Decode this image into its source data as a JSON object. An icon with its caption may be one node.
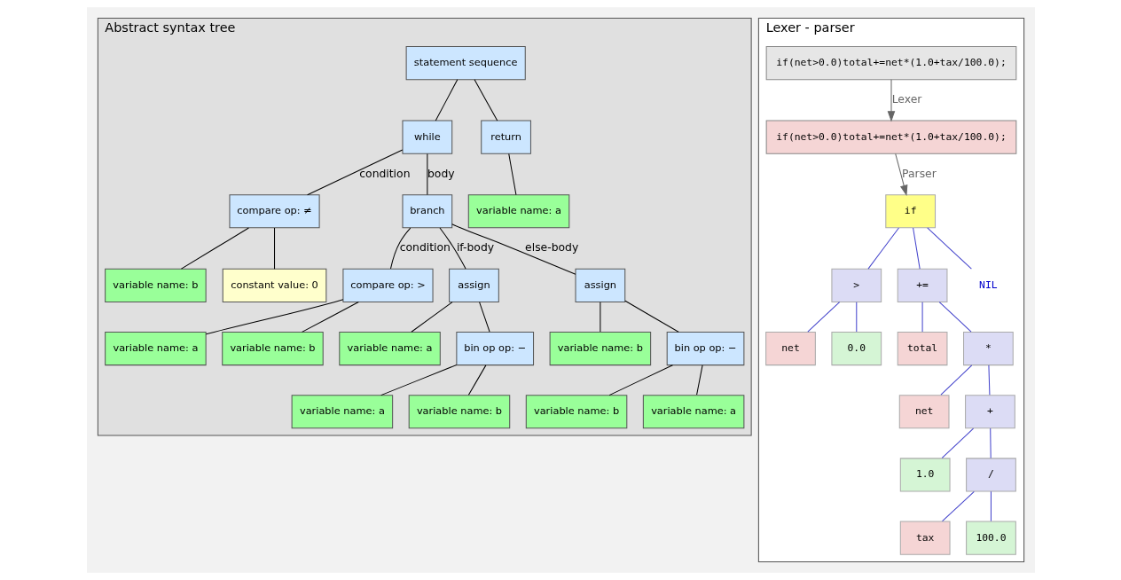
{
  "diagram": {
    "nodes": [
      {
        "text": [
          "Abstract syntax tree"
        ]
      },
      {
        "text": [
          "Lexer - parser"
        ]
      },
      {
        "text": [
          "statement sequence"
        ],
        "in": 0
      },
      {
        "text": [
          "while"
        ],
        "in": 0
      },
      {
        "text": [
          "return"
        ],
        "in": 0
      },
      {
        "text": [
          "compare op: ≠"
        ],
        "in": 0
      },
      {
        "text": [
          "variable name: a"
        ],
        "in": 0
      },
      {
        "text": [
          "variable name: b"
        ],
        "in": 0
      },
      {
        "text": [
          "constant value: 0"
        ],
        "in": 0
      },
      {
        "text": [
          "branch"
        ],
        "in": 0
      },
      {
        "text": [
          "compare op: >"
        ],
        "in": 0
      },
      {
        "text": [
          "assign"
        ],
        "in": 0
      },
      {
        "text": [
          "assign"
        ],
        "in": 0
      },
      {
        "text": [
          "variable name: a"
        ],
        "in": 0
      },
      {
        "text": [
          "variable name: b"
        ],
        "in": 0
      },
      {
        "text": [
          "variable name: a"
        ],
        "in": 0
      },
      {
        "text": [
          "bin op op: −"
        ],
        "in": 0
      },
      {
        "text": [
          "variable name: b"
        ],
        "in": 0
      },
      {
        "text": [
          "bin op op: −"
        ],
        "in": 0
      },
      {
        "text": [
          "variable name: a"
        ],
        "in": 0
      },
      {
        "text": [
          "variable name: b"
        ],
        "in": 0
      },
      {
        "text": [
          "variable name: b"
        ],
        "in": 0
      },
      {
        "text": [
          "variable name: a"
        ],
        "in": 0
      },
      {
        "text": [
          "if(net>0.0)total+=net*(1.0+tax/100.0);"
        ],
        "in": 1
      },
      {
        "text": [
          "if(net>0.0)total+=net*(1.0+tax/100.0);"
        ],
        "in": 1
      },
      {
        "text": [
          "if"
        ],
        "in": 1
      },
      {
        "text": [
          ">"
        ],
        "in": 1
      },
      {
        "text": [
          "+="
        ],
        "in": 1
      },
      {
        "text": [
          "NIL"
        ],
        "in": 1
      },
      {
        "text": [
          "net"
        ],
        "in": 1
      },
      {
        "text": [
          "0.0"
        ],
        "in": 1
      },
      {
        "text": [
          "total"
        ],
        "in": 1
      },
      {
        "text": [
          "*"
        ],
        "in": 1
      },
      {
        "text": [
          "net"
        ],
        "in": 1
      },
      {
        "text": [
          "+"
        ],
        "in": 1
      },
      {
        "text": [
          "1.0"
        ],
        "in": 1
      },
      {
        "text": [
          "/"
        ],
        "in": 1
      },
      {
        "text": [
          "tax"
        ],
        "in": 1
      },
      {
        "text": [
          "100.0"
        ],
        "in": 1
      }
    ],
    "edges": [
      {
        "from": 2,
        "to": 3,
        "arrow": "none"
      },
      {
        "from": 2,
        "to": 4,
        "arrow": "none"
      },
      {
        "from": 3,
        "to": 5,
        "arrow": "none",
        "label": "condition"
      },
      {
        "from": 3,
        "to": 9,
        "arrow": "none",
        "label": "body"
      },
      {
        "from": 4,
        "to": 6,
        "arrow": "none"
      },
      {
        "from": 5,
        "to": 7,
        "arrow": "none"
      },
      {
        "from": 5,
        "to": 8,
        "arrow": "none"
      },
      {
        "from": 9,
        "to": 10,
        "arrow": "none",
        "label": "condition"
      },
      {
        "from": 9,
        "to": 11,
        "arrow": "none",
        "label": "if-body"
      },
      {
        "from": 9,
        "to": 12,
        "arrow": "none",
        "label": "else-body"
      },
      {
        "from": 10,
        "to": 13,
        "arrow": "none"
      },
      {
        "from": 10,
        "to": 14,
        "arrow": "none"
      },
      {
        "from": 11,
        "to": 15,
        "arrow": "none"
      },
      {
        "from": 11,
        "to": 16,
        "arrow": "none"
      },
      {
        "from": 12,
        "to": 17,
        "arrow": "none"
      },
      {
        "from": 12,
        "to": 18,
        "arrow": "none"
      },
      {
        "from": 16,
        "to": 19,
        "arrow": "none"
      },
      {
        "from": 16,
        "to": 20,
        "arrow": "none"
      },
      {
        "from": 18,
        "to": 21,
        "arrow": "none"
      },
      {
        "from": 18,
        "to": 22,
        "arrow": "none"
      },
      {
        "from": 23,
        "to": 24,
        "arrow": "to",
        "label": "Lexer",
        "color": "#666666"
      },
      {
        "from": 24,
        "to": 25,
        "arrow": "to",
        "label": "Parser",
        "color": "#666666"
      },
      {
        "from": 25,
        "to": 26,
        "arrow": "none",
        "color": "#4444cc"
      },
      {
        "from": 25,
        "to": 27,
        "arrow": "none",
        "color": "#4444cc"
      },
      {
        "from": 25,
        "to": 28,
        "arrow": "none",
        "color": "#4444cc"
      },
      {
        "from": 26,
        "to": 29,
        "arrow": "none",
        "color": "#4444cc"
      },
      {
        "from": 26,
        "to": 30,
        "arrow": "none",
        "color": "#4444cc"
      },
      {
        "from": 27,
        "to": 31,
        "arrow": "none",
        "color": "#4444cc"
      },
      {
        "from": 27,
        "to": 32,
        "arrow": "none",
        "color": "#4444cc"
      },
      {
        "from": 32,
        "to": 33,
        "arrow": "none",
        "color": "#4444cc"
      },
      {
        "from": 32,
        "to": 34,
        "arrow": "none",
        "color": "#4444cc"
      },
      {
        "from": 34,
        "to": 35,
        "arrow": "none",
        "color": "#4444cc"
      },
      {
        "from": 34,
        "to": 36,
        "arrow": "none",
        "color": "#4444cc"
      },
      {
        "from": 36,
        "to": 37,
        "arrow": "none",
        "color": "#4444cc"
      },
      {
        "from": 36,
        "to": 38,
        "arrow": "none",
        "color": "#4444cc"
      }
    ]
  }
}
